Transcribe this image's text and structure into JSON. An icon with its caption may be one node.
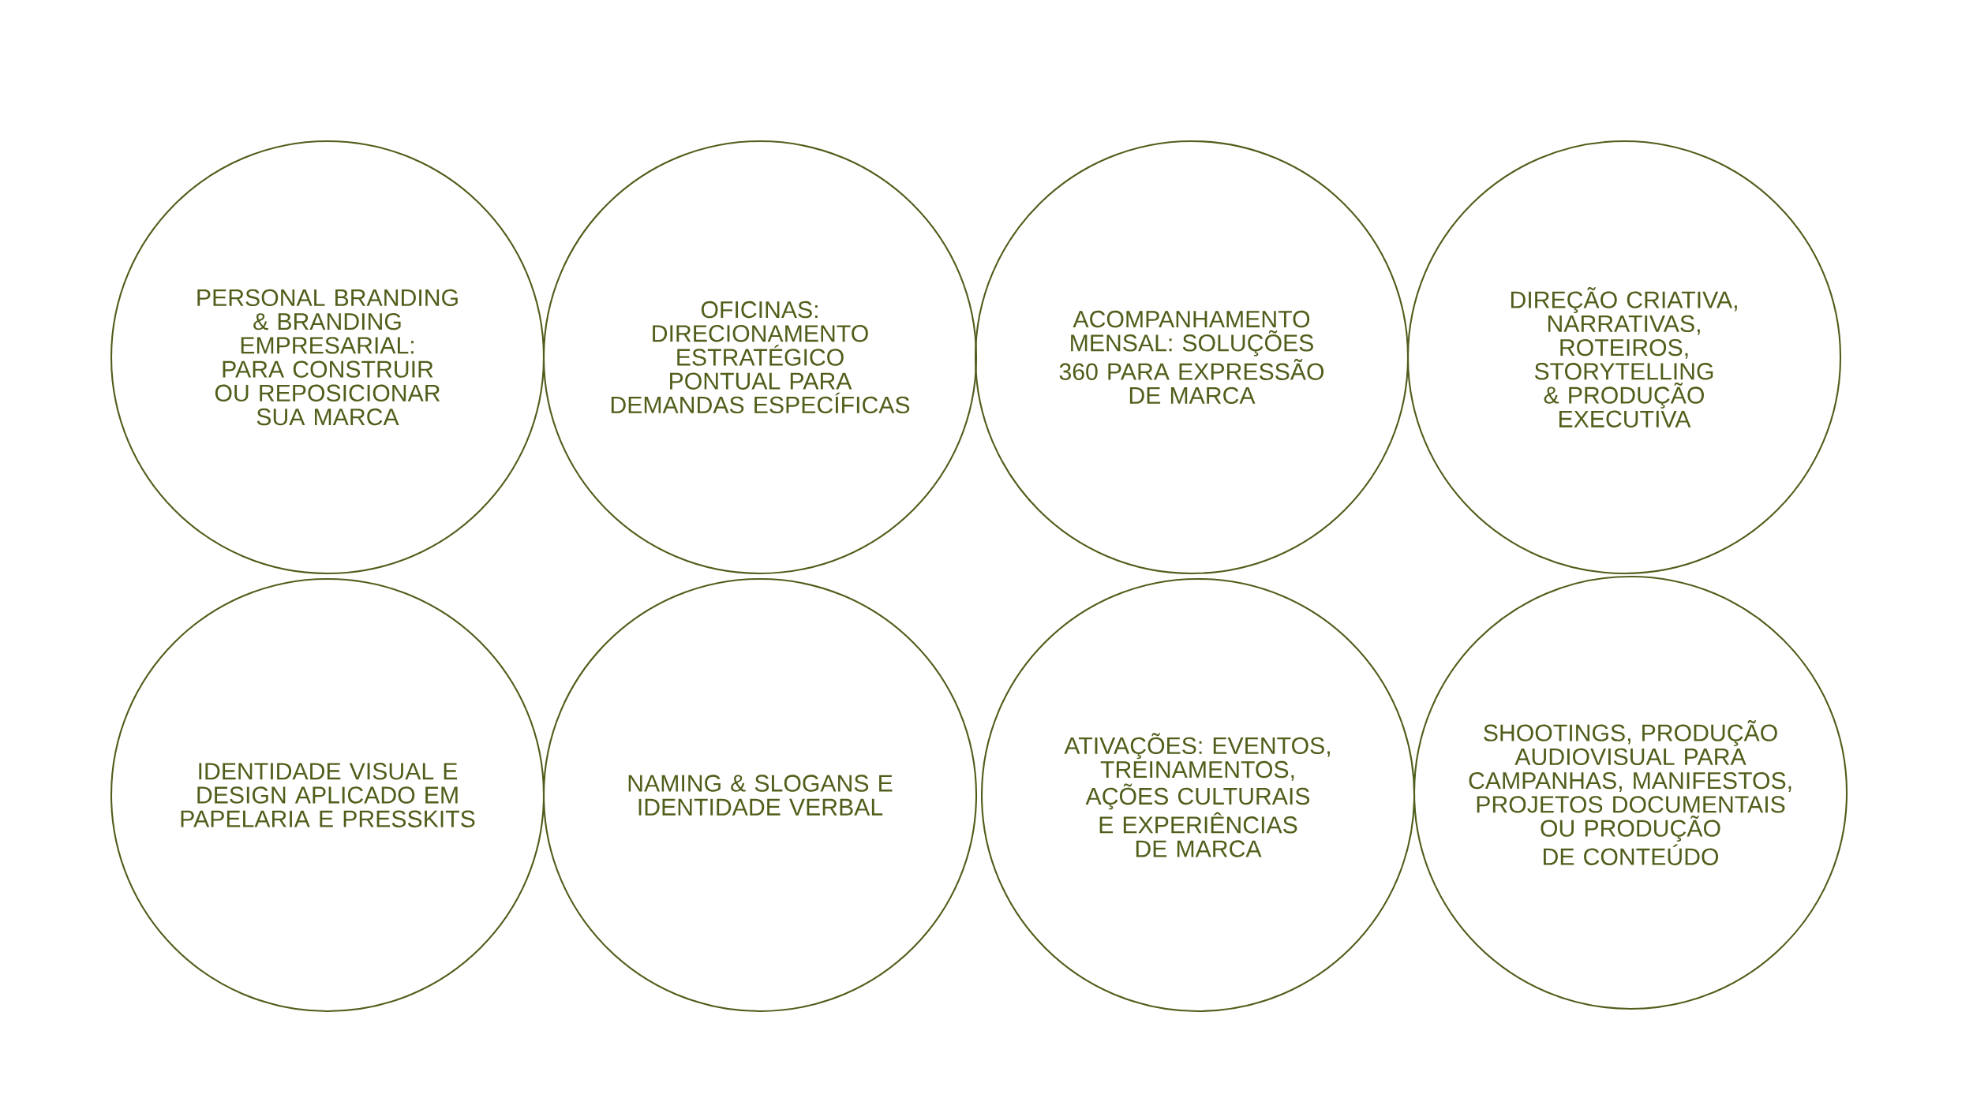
{
  "diagram": {
    "nodes": [
      {
        "text": [
          "PERSONAL BRANDING & BRANDING EMPRESARIAL: PARA CONSTRUIR OU REPOSICIONAR SUA MARCA"
        ]
      },
      {
        "text": [
          "OFICINAS: DIRECIONAMENTO ESTRATÉGICO PONTUAL PARA DEMANDAS ESPECÍFICAS"
        ]
      },
      {
        "text": [
          "ACOMPANHAMENTO MENSAL: SOLUÇÕES 360 PARA EXPRESSÃO DE MARCA"
        ]
      },
      {
        "text": [
          "DIREÇÃO CRIATIVA, NARRATIVAS, ROTEIROS, STORYTELLING & PRODUÇÃO EXECUTIVA"
        ]
      },
      {
        "text": [
          "IDENTIDADE VISUAL E DESIGN APLICADO EM PAPELARIA E PRESSKITS"
        ]
      },
      {
        "text": [
          "NAMING & SLOGANS E IDENTIDADE VERBAL"
        ]
      },
      {
        "text": [
          "ATIVAÇÕES: EVENTOS, TREINAMENTOS, AÇÕES CULTURAIS E EXPERIÊNCIAS DE MARCA"
        ]
      },
      {
        "text": [
          "SHOOTINGS,  PRODUÇÃO AUDIOVISUAL PARA CAMPANHAS, MANIFESTOS, PROJETOS DOCUMENTAIS OU PRODUÇÃO DE CONTEÚDO"
        ]
      }
    ]
  }
}
